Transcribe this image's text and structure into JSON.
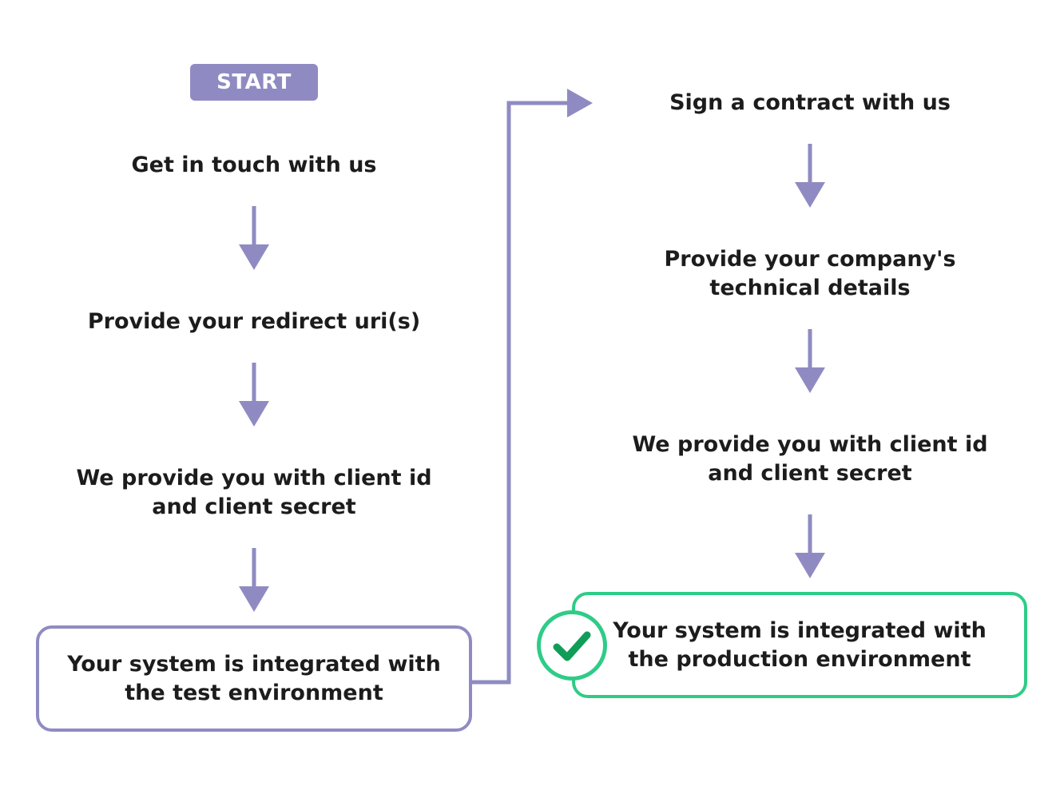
{
  "start_label": "START",
  "test_track": {
    "steps": [
      {
        "lines": [
          "Get in touch with us"
        ]
      },
      {
        "lines": [
          "Provide your redirect uri(s)"
        ]
      },
      {
        "lines": [
          "We provide you with client id",
          "and client secret"
        ]
      }
    ],
    "result": {
      "lines": [
        "Your system is integrated with",
        "the test environment"
      ]
    }
  },
  "production_track": {
    "steps": [
      {
        "lines": [
          "Sign a contract with us"
        ]
      },
      {
        "lines": [
          "Provide your company's",
          "technical details"
        ]
      },
      {
        "lines": [
          "We provide you with client id",
          "and client secret"
        ]
      }
    ],
    "result": {
      "lines": [
        "Your system is integrated with",
        "the production environment"
      ]
    }
  },
  "colors": {
    "arrow": "#8f8bc2",
    "test_box_border": "#8f8bc2",
    "prod_box_border": "#2ecc87",
    "check_mark": "#0f9d58",
    "text": "#1c1c1c"
  },
  "icons": {
    "arrows": "down-arrow-icon",
    "connector": "elbow-arrow-icon",
    "check": "check-icon"
  }
}
